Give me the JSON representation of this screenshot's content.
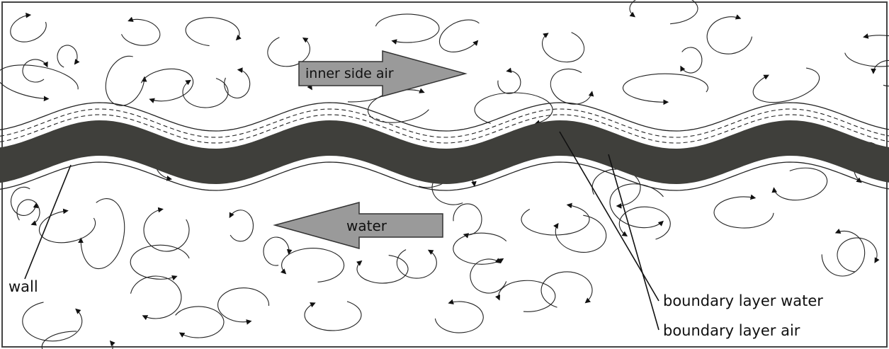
{
  "labels": {
    "inner_side_air": "inner side air",
    "water": "water",
    "wall": "wall",
    "boundary_layer_water": "boundary layer water",
    "boundary_layer_air": "boundary layer air"
  },
  "colors": {
    "wall": "#3f3f3b",
    "arrow_fill": "#9a9a9a",
    "line": "#222222",
    "frame": "#444444"
  }
}
